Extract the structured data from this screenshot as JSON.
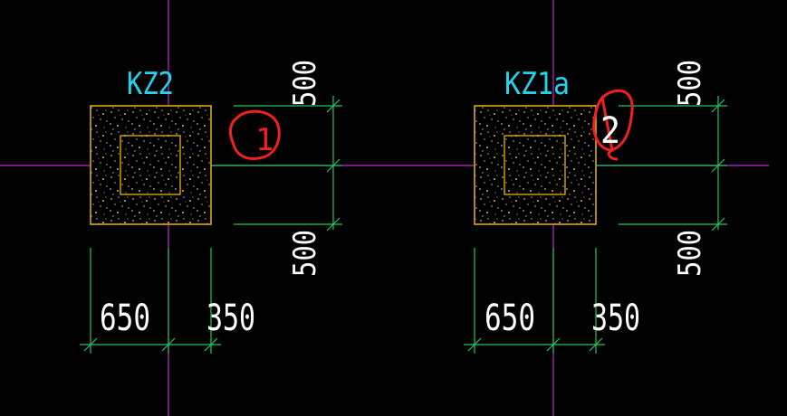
{
  "colors": {
    "background": "#000000",
    "axis": "#c026d3",
    "dimension": "#22c55e",
    "column": "#eab308",
    "label": "#22d3ee",
    "text": "#ffffff",
    "markup": "#ef2020"
  },
  "columns": [
    {
      "label": "KZ2",
      "dim_left": "650",
      "dim_right": "350",
      "dim_top": "500",
      "dim_bottom": "500",
      "markup_text": "1"
    },
    {
      "label": "KZ1a",
      "dim_left": "650",
      "dim_right": "350",
      "dim_top": "500",
      "dim_bottom": "500",
      "markup_text": "2"
    }
  ]
}
